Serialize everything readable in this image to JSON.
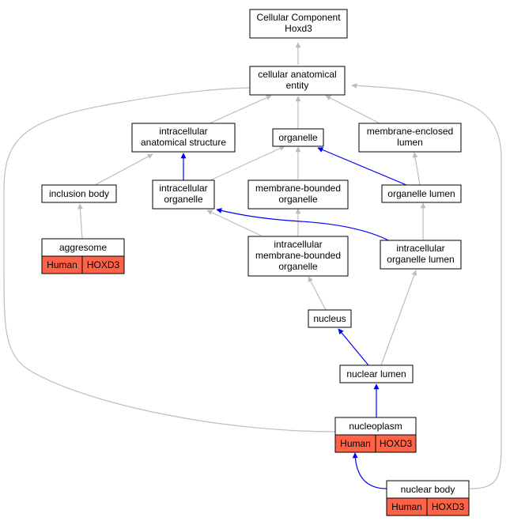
{
  "colors": {
    "gray": "#bdbdbd",
    "blue": "#0000ff",
    "annotation": "#ff6347"
  },
  "nodes": {
    "root": {
      "lines": [
        "Cellular Component",
        "Hoxd3"
      ]
    },
    "cae": {
      "lines": [
        "cellular anatomical",
        "entity"
      ]
    },
    "ias": {
      "lines": [
        "intracellular",
        "anatomical structure"
      ]
    },
    "organelle": {
      "lines": [
        "organelle"
      ]
    },
    "mel": {
      "lines": [
        "membrane-enclosed",
        "lumen"
      ]
    },
    "inclusion": {
      "lines": [
        "inclusion body"
      ]
    },
    "io": {
      "lines": [
        "intracellular",
        "organelle"
      ]
    },
    "mbo": {
      "lines": [
        "membrane-bounded",
        "organelle"
      ]
    },
    "ol": {
      "lines": [
        "organelle lumen"
      ]
    },
    "aggresome": {
      "lines": [
        "aggresome"
      ]
    },
    "imbo": {
      "lines": [
        "intracellular",
        "membrane-bounded",
        "organelle"
      ]
    },
    "iol": {
      "lines": [
        "intracellular",
        "organelle lumen"
      ]
    },
    "nucleus": {
      "lines": [
        "nucleus"
      ]
    },
    "nlumen": {
      "lines": [
        "nuclear lumen"
      ]
    },
    "nucleoplasm": {
      "lines": [
        "nucleoplasm"
      ]
    },
    "nbody": {
      "lines": [
        "nuclear body"
      ]
    }
  },
  "annotations": {
    "aggresome": [
      "Human",
      "HOXD3"
    ],
    "nucleoplasm": [
      "Human",
      "HOXD3"
    ],
    "nbody": [
      "Human",
      "HOXD3"
    ]
  }
}
